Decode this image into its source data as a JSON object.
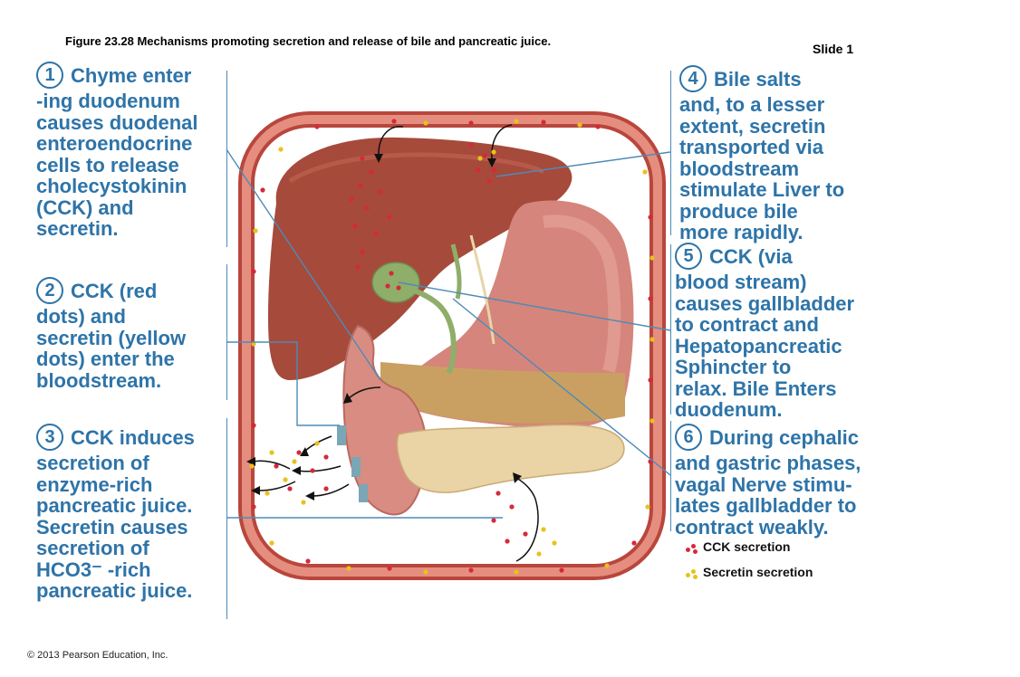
{
  "figure_title": "Figure 23.28  Mechanisms promoting secretion and release of bile and pancreatic juice.",
  "slide_label": "Slide 1",
  "steps": [
    {
      "number": "1",
      "lines": [
        "Chyme enter",
        "-ing duodenum",
        "causes duodenal",
        "enteroendocrine",
        "cells to release",
        "cholecystokinin",
        "(CCK) and",
        "secretin."
      ]
    },
    {
      "number": "2",
      "lines": [
        "CCK (red",
        "dots) and",
        "secretin (yellow",
        "dots) enter the",
        "bloodstream."
      ]
    },
    {
      "number": "3",
      "lines": [
        "CCK induces",
        "secretion of",
        "enzyme-rich",
        "pancreatic juice.",
        "Secretin causes",
        "secretion of",
        "HCO3⁻ -rich",
        "pancreatic juice."
      ]
    },
    {
      "number": "4",
      "lines": [
        "Bile salts",
        "and, to a lesser",
        "extent, secretin",
        "transported via",
        "bloodstream",
        "stimulate Liver to",
        "produce bile",
        "more rapidly."
      ]
    },
    {
      "number": "5",
      "lines": [
        "CCK (via",
        "blood stream)",
        "causes gallbladder",
        "to contract and",
        "Hepatopancreatic",
        "Sphincter to",
        "relax. Bile Enters",
        "duodenum."
      ]
    },
    {
      "number": "6",
      "lines": [
        "During cephalic",
        "and gastric phases,",
        "vagal Nerve stimu-",
        "lates gallbladder to",
        "contract weakly."
      ]
    }
  ],
  "legend": {
    "cck": "CCK secretion",
    "secretin": "Secretin secretion",
    "cck_color": "#d42a3a",
    "secretin_color": "#e8c21a"
  },
  "copyright": "© 2013 Pearson Education, Inc.",
  "colors": {
    "text_blue": "#2e74a8",
    "vessel": "#c4554a",
    "liver": "#a84a3a",
    "stomach": "#d98c82",
    "pancreas": "#e8d2a0",
    "gallbladder": "#8fae6a"
  }
}
